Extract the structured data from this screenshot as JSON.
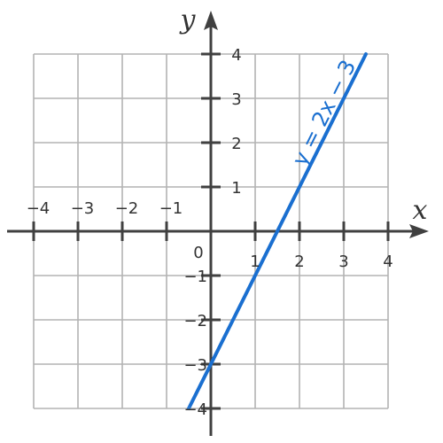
{
  "chart_data": {
    "type": "line",
    "title": "",
    "xlabel": "x",
    "ylabel": "y",
    "xlim": [
      -4,
      4
    ],
    "ylim": [
      -4,
      4
    ],
    "grid": true,
    "x_ticks": [
      {
        "value": -4,
        "label": "−4"
      },
      {
        "value": -3,
        "label": "−3"
      },
      {
        "value": -2,
        "label": "−2"
      },
      {
        "value": -1,
        "label": "−1"
      },
      {
        "value": 1,
        "label": "1"
      },
      {
        "value": 2,
        "label": "2"
      },
      {
        "value": 3,
        "label": "3"
      },
      {
        "value": 4,
        "label": "4"
      }
    ],
    "y_ticks": [
      {
        "value": 4,
        "label": "4"
      },
      {
        "value": 3,
        "label": "3"
      },
      {
        "value": 2,
        "label": "2"
      },
      {
        "value": 1,
        "label": "1"
      },
      {
        "value": -1,
        "label": "−1"
      },
      {
        "value": -2,
        "label": "−2"
      },
      {
        "value": -3,
        "label": "−3"
      },
      {
        "value": -4,
        "label": "−4"
      }
    ],
    "origin_label": "0",
    "series": [
      {
        "name": "y = 2x − 3",
        "x": [
          -0.5,
          3.5
        ],
        "y": [
          -4,
          4
        ],
        "color": "#1a6fd0"
      }
    ],
    "annotations": [
      {
        "text": "y = 2x − 3",
        "anchor_x": 2.7,
        "anchor_y": 2.6
      }
    ]
  },
  "colors": {
    "line": "#1a6fd0",
    "axis": "#404040",
    "grid": "#b3b3b3"
  }
}
